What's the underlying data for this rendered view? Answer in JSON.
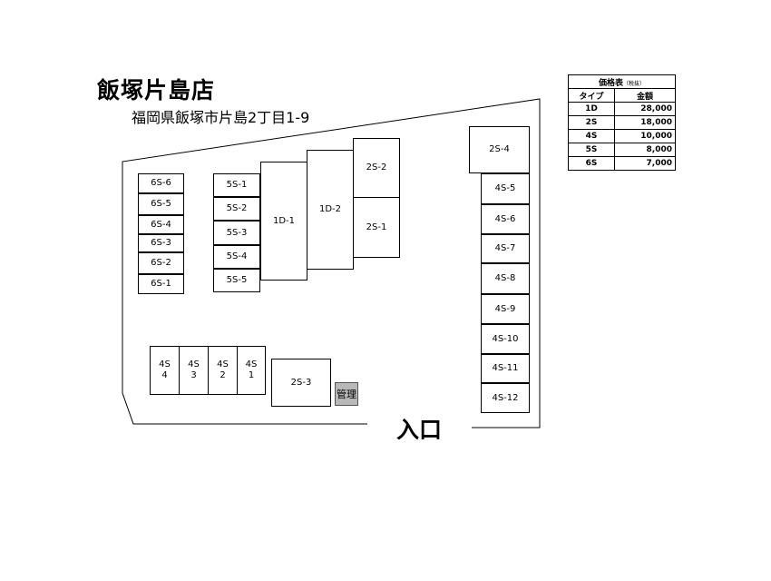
{
  "header": {
    "title": "飯塚片島店",
    "address": "福岡県飯塚市片島2丁目1-9"
  },
  "price_table": {
    "title": "価格表",
    "note": "（税抜）",
    "col_type": "タイプ",
    "col_price": "金額",
    "rows": [
      {
        "type": "1D",
        "price": "28,000"
      },
      {
        "type": "2S",
        "price": "18,000"
      },
      {
        "type": "4S",
        "price": "10,000"
      },
      {
        "type": "5S",
        "price": "8,000"
      },
      {
        "type": "6S",
        "price": "7,000"
      }
    ]
  },
  "units": {
    "6S-6": "6S-6",
    "6S-5": "6S-5",
    "6S-4": "6S-4",
    "6S-3": "6S-3",
    "6S-2": "6S-2",
    "6S-1": "6S-1",
    "5S-1": "5S-1",
    "5S-2": "5S-2",
    "5S-3": "5S-3",
    "5S-4": "5S-4",
    "5S-5": "5S-5",
    "1D-1": "1D-1",
    "1D-2": "1D-2",
    "2S-1": "2S-1",
    "2S-2": "2S-2",
    "2S-3": "2S-3",
    "2S-4": "2S-4",
    "4S-1": "4S\n1",
    "4S-2": "4S\n2",
    "4S-3": "4S\n3",
    "4S-4": "4S\n4",
    "4S-5": "4S-5",
    "4S-6": "4S-6",
    "4S-7": "4S-7",
    "4S-8": "4S-8",
    "4S-9": "4S-9",
    "4S-10": "4S-10",
    "4S-11": "4S-11",
    "4S-12": "4S-12"
  },
  "office_label": "管理",
  "entrance_label": "入口"
}
